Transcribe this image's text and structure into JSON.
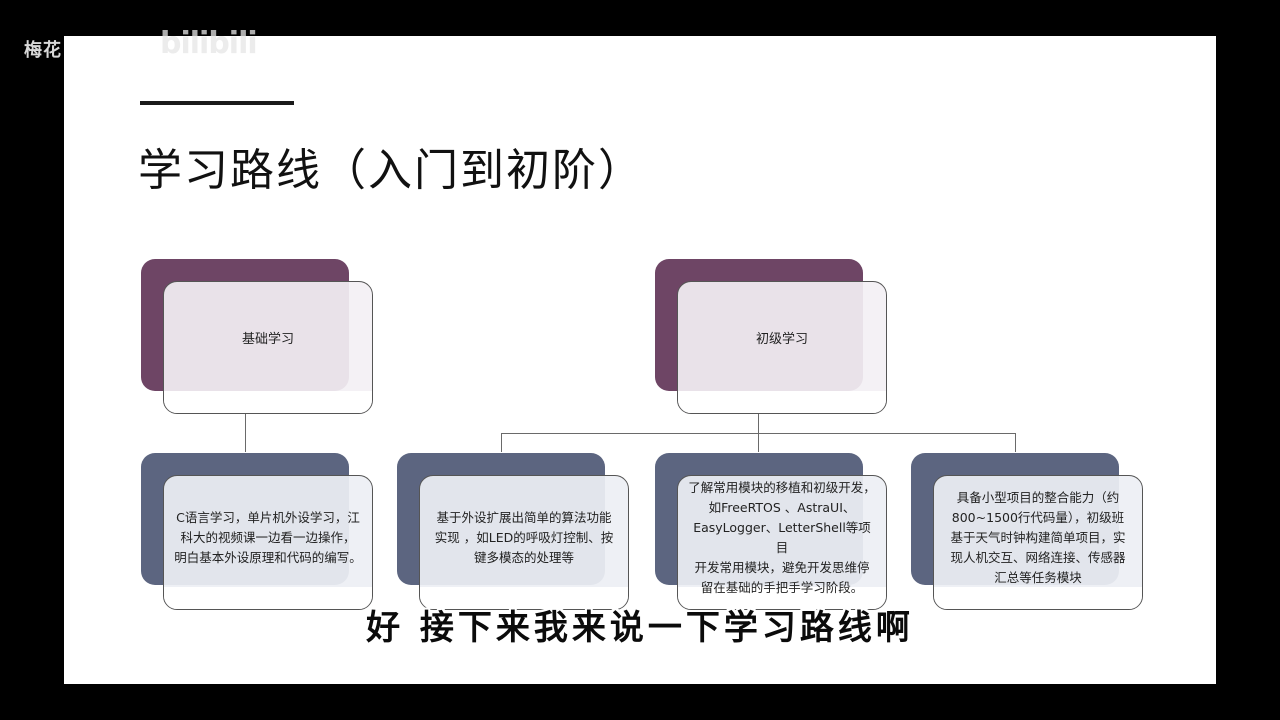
{
  "watermark": {
    "author": "梅花",
    "logo": "bilibili"
  },
  "slide": {
    "title": "学习路线（入门到初阶）",
    "colors": {
      "top_node": "#6e4565",
      "leaf_node": "#5c6580",
      "card_fill": "#f3f0f4",
      "line": "#6a6a6a"
    },
    "nodes": {
      "basic": {
        "label": "基础学习",
        "children": [
          {
            "text": "C语言学习，单片机外设学习，江\n科大的视频课一边看一边操作，\n明白基本外设原理和代码的编写。"
          }
        ]
      },
      "junior": {
        "label": "初级学习",
        "children": [
          {
            "text": "基于外设扩展出简单的算法功能\n实现 ，如LED的呼吸灯控制、按\n键多模态的处理等"
          },
          {
            "text": "了解常用模块的移植和初级开发，\n如FreeRTOS 、AstraUI、\nEasyLogger、LetterShell等项目\n开发常用模块，避免开发思维停\n留在基础的手把手学习阶段。"
          },
          {
            "text": "具备小型项目的整合能力（约\n800~1500行代码量），初级班\n基于天气时钟构建简单项目，实\n现人机交互、网络连接、传感器\n汇总等任务模块"
          }
        ]
      }
    }
  },
  "subtitle": "好 接下来我来说一下学习路线啊"
}
